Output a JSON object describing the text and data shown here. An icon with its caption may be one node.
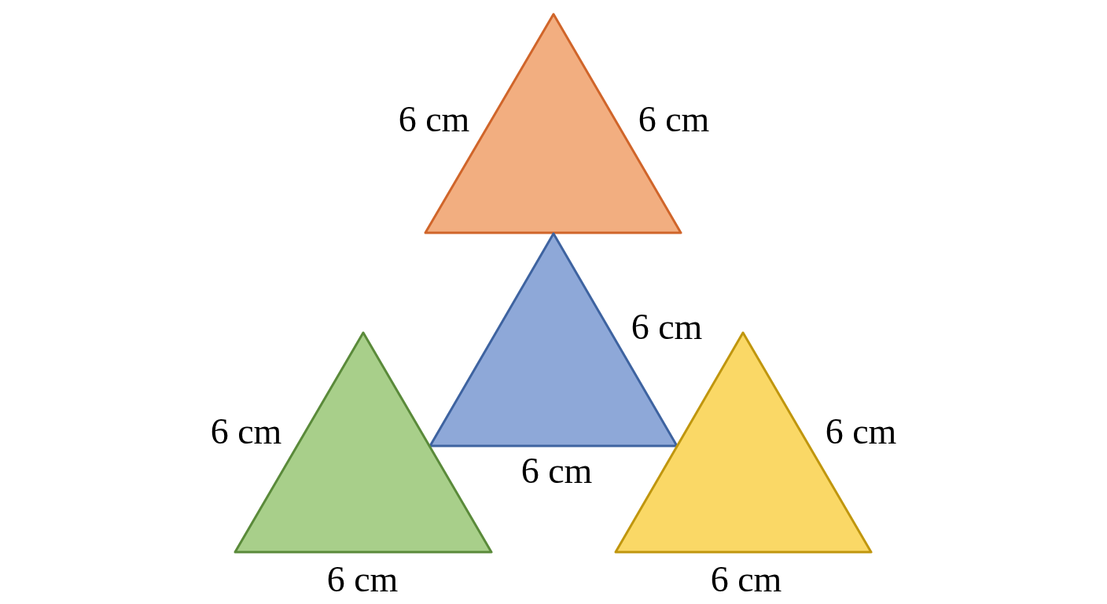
{
  "diagram": {
    "nodes": [
      {
        "text": [],
        "shape": "triangle",
        "beside": [
          "6 cm",
          "6 cm"
        ]
      },
      {
        "text": [],
        "shape": "triangle",
        "beside": [
          "6 cm",
          "6 cm"
        ]
      },
      {
        "text": [],
        "shape": "triangle",
        "beside": [
          "6 cm",
          "6 cm"
        ]
      },
      {
        "text": [],
        "shape": "triangle",
        "beside": [
          "6 cm",
          "6 cm"
        ]
      }
    ]
  }
}
